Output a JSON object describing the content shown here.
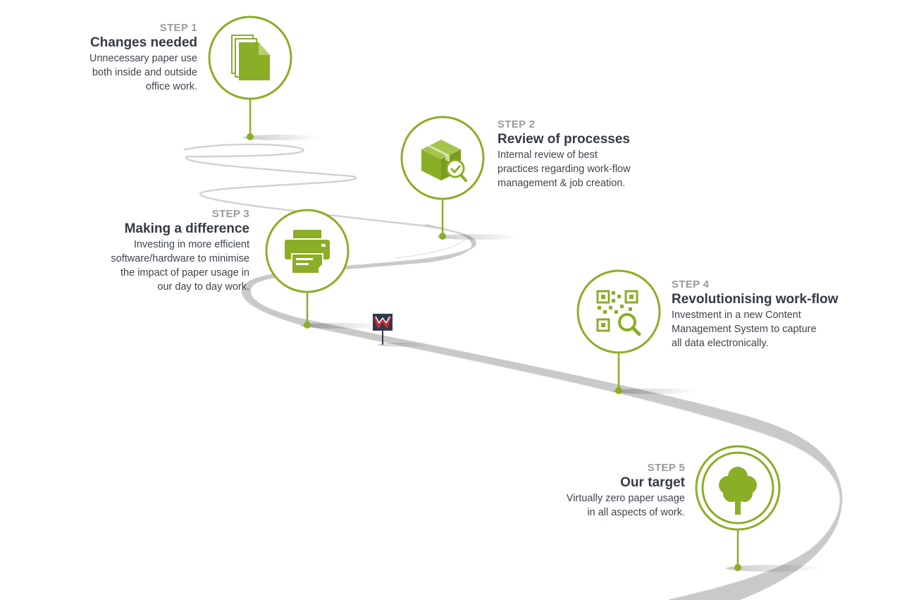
{
  "steps": [
    {
      "label": "STEP 1",
      "title": "Changes needed",
      "desc": [
        "Unnecessary paper use",
        "both inside and outside",
        "office work."
      ],
      "icon": "document-stack-icon"
    },
    {
      "label": "STEP 2",
      "title": "Review of processes",
      "desc": [
        "Internal review of best",
        "practices regarding work-flow",
        "management & job creation."
      ],
      "icon": "box-inspect-icon"
    },
    {
      "label": "STEP 3",
      "title": "Making a difference",
      "desc": [
        "Investing in more efficient",
        "software/hardware to minimise",
        "the impact of paper usage in",
        "our day to day work."
      ],
      "icon": "printer-icon"
    },
    {
      "label": "STEP 4",
      "title": "Revolutionising work-flow",
      "desc": [
        "Investment in a new Content",
        "Management System to capture",
        "all data electronically."
      ],
      "icon": "qr-search-icon"
    },
    {
      "label": "STEP 5",
      "title": "Our target",
      "desc": [
        "Virtually zero paper usage",
        "in all aspects of work."
      ],
      "icon": "tree-icon"
    }
  ],
  "colors": {
    "accent": "#8aae25",
    "road": "#c9c9c9",
    "text": "#353a44",
    "label": "#9a9a9a",
    "flag_dark": "#2f3b4a",
    "flag_red": "#d6272e"
  },
  "flag": {
    "icon": "company-flag-icon"
  }
}
